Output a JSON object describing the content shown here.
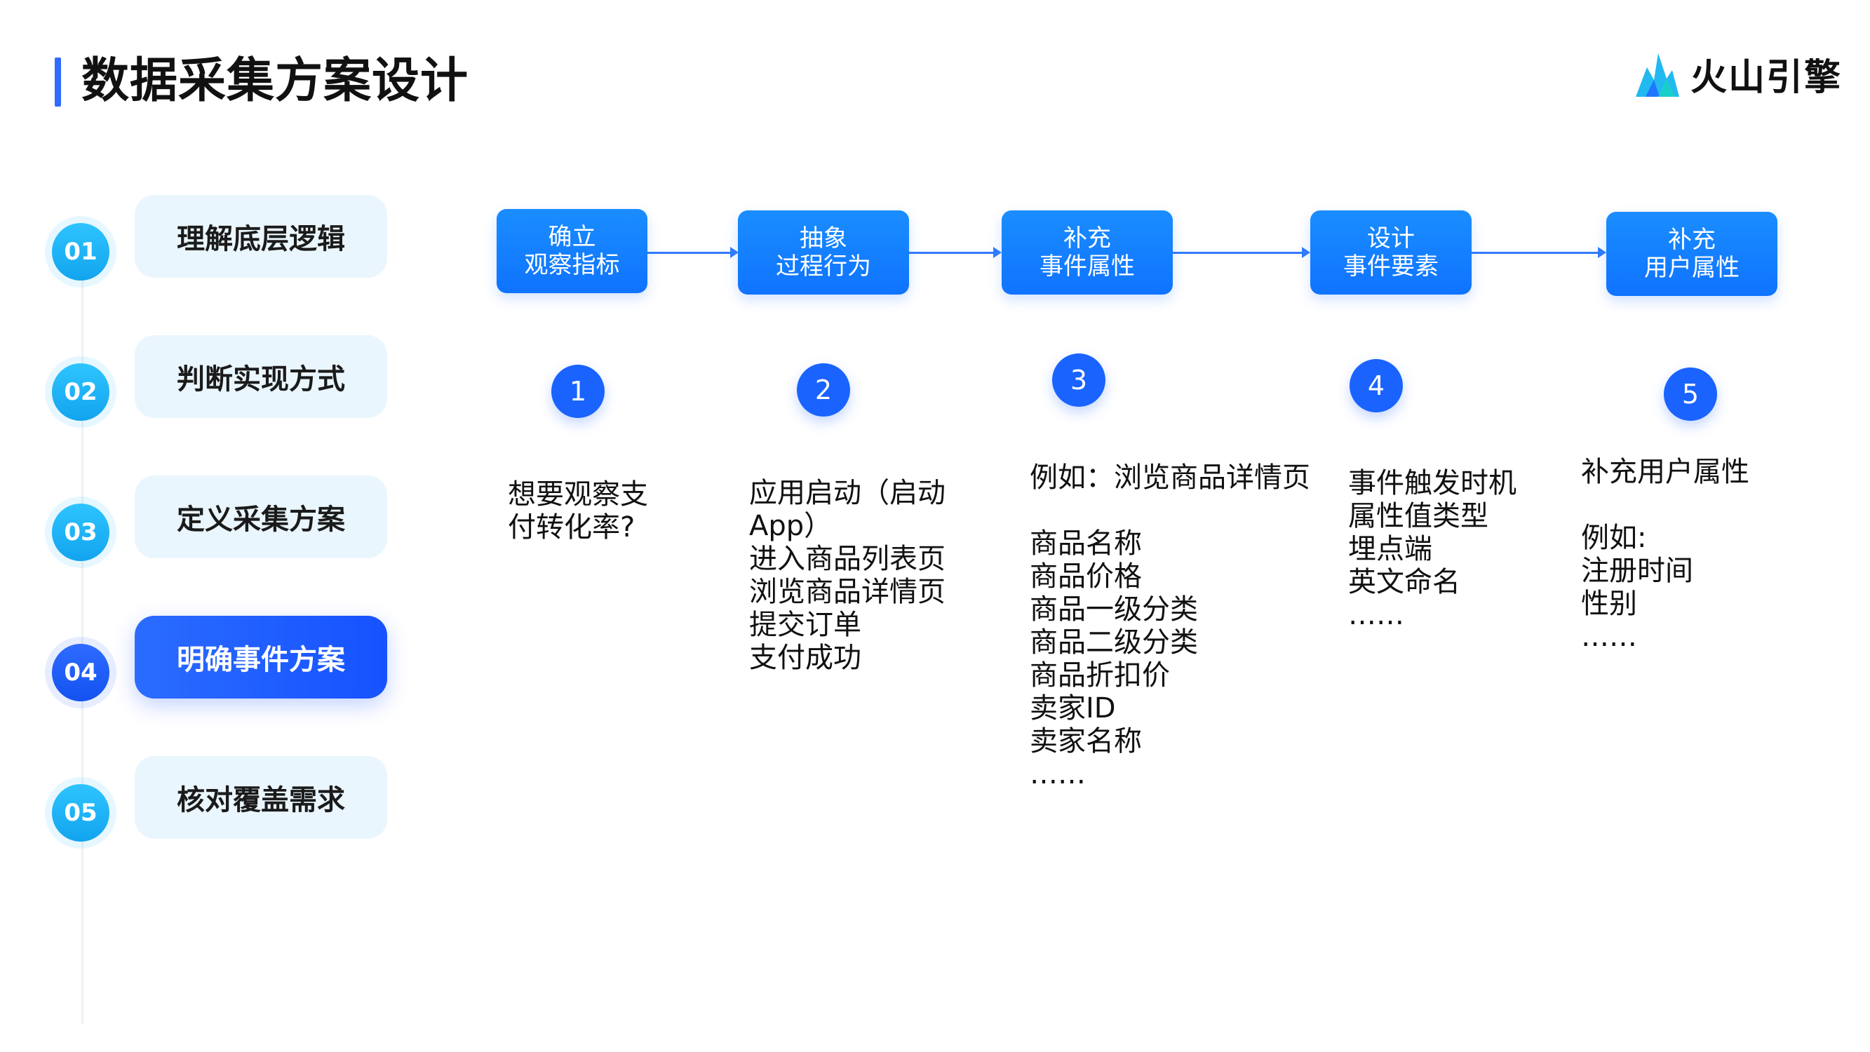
{
  "header": {
    "title": "数据采集方案设计",
    "brand": "火山引擎"
  },
  "steps": [
    {
      "num": "01",
      "label": "理解底层逻辑"
    },
    {
      "num": "02",
      "label": "判断实现方式"
    },
    {
      "num": "03",
      "label": "定义采集方案"
    },
    {
      "num": "04",
      "label": "明确事件方案"
    },
    {
      "num": "05",
      "label": "核对覆盖需求"
    }
  ],
  "flow": [
    {
      "line1": "确立",
      "line2": "观察指标",
      "n": "1",
      "desc": "想要观察支\n付转化率?"
    },
    {
      "line1": "抽象",
      "line2": "过程行为",
      "n": "2",
      "desc": "应用启动（启动App）\n进入商品列表页\n浏览商品详情页\n提交订单\n支付成功"
    },
    {
      "line1": "补充",
      "line2": "事件属性",
      "n": "3",
      "desc": "例如：浏览商品详情页\n\n商品名称\n商品价格\n商品一级分类\n商品二级分类\n商品折扣价\n卖家ID\n卖家名称\n……"
    },
    {
      "line1": "设计",
      "line2": "事件要素",
      "n": "4",
      "desc": "事件触发时机\n属性值类型\n埋点端\n英文命名\n……"
    },
    {
      "line1": "补充",
      "line2": "用户属性",
      "n": "5",
      "desc": "补充用户属性\n\n例如:\n注册时间\n性别\n……"
    }
  ],
  "colors": {
    "accent": "#2f6bff",
    "flow_box": "#0f73ff",
    "step_light": "#eaf6fd",
    "num_cyan": "#12a4ee"
  }
}
